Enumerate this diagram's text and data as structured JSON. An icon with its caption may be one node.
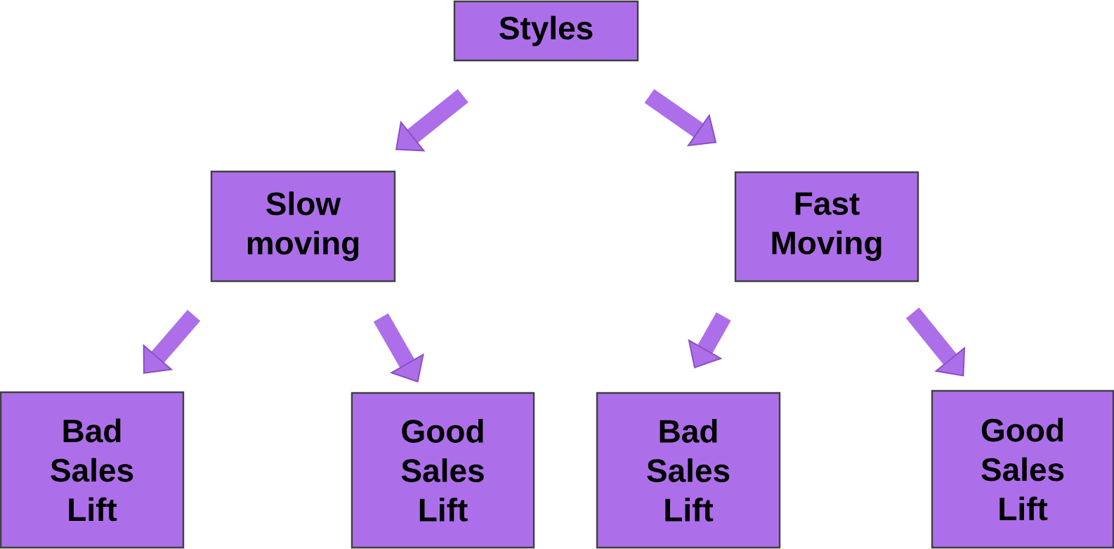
{
  "diagram": {
    "nodes": [
      {
        "text": [
          "Styles"
        ]
      },
      {
        "text": [
          "Slow moving"
        ]
      },
      {
        "text": [
          "Fast Moving"
        ]
      },
      {
        "text": [
          "Bad Sales Lift"
        ]
      },
      {
        "text": [
          "Good Sales Lift"
        ]
      },
      {
        "text": [
          "Bad Sales Lift"
        ]
      },
      {
        "text": [
          "Good Sales Lift"
        ]
      }
    ],
    "edges": [
      {
        "from": 0,
        "to": 1,
        "arrow": "to"
      },
      {
        "from": 0,
        "to": 2,
        "arrow": "to"
      },
      {
        "from": 1,
        "to": 3,
        "arrow": "to"
      },
      {
        "from": 1,
        "to": 4,
        "arrow": "to"
      },
      {
        "from": 2,
        "to": 5,
        "arrow": "to"
      },
      {
        "from": 2,
        "to": 6,
        "arrow": "to"
      }
    ]
  }
}
